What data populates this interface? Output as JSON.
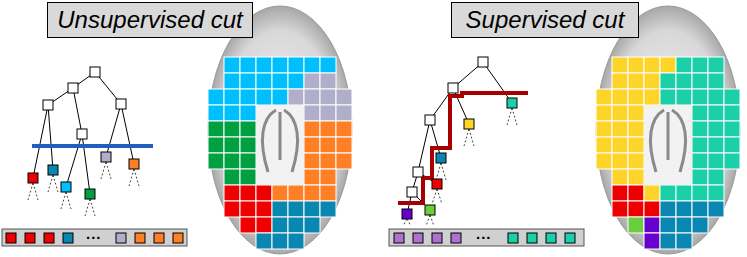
{
  "diagram": {
    "nodes": [
      {
        "text": [
          "Unsupervised cut"
        ]
      },
      {
        "text": [
          "Supervised cut"
        ]
      }
    ],
    "labels": [
      "...",
      "..."
    ]
  }
}
